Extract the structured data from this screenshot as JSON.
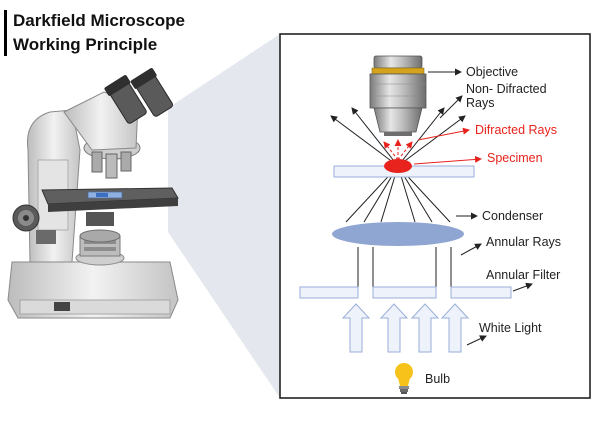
{
  "title": {
    "line1": "Darkfield Microscope",
    "line2": "Working Principle"
  },
  "labels": {
    "objective": "Objective",
    "non_diffracted_1": "Non- Difracted",
    "non_diffracted_2": "Rays",
    "diffracted": "Difracted Rays",
    "specimen": "Specimen",
    "condenser": "Condenser",
    "annular_rays": "Annular Rays",
    "annular_filter": "Annular Filter",
    "white_light": "White Light",
    "bulb": "Bulb"
  },
  "colors": {
    "accent_red": "#e8231d",
    "condenser_blue": "#8fa5d2",
    "part_fill": "#eef2fb",
    "part_stroke": "#9aaed8",
    "bulb_yellow": "#f7c21a"
  },
  "icons": {
    "illustration": "microscope-illustration",
    "bulb": "light-bulb-icon"
  }
}
